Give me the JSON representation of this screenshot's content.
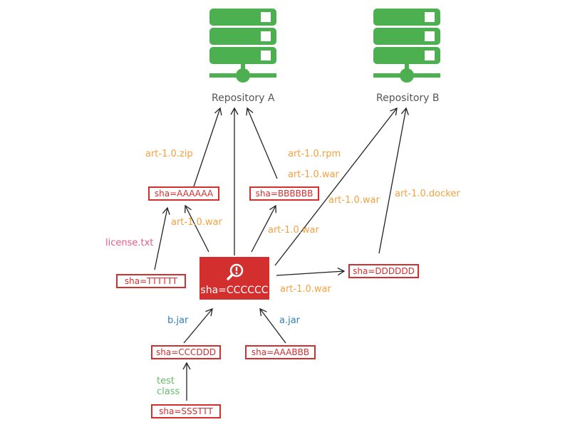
{
  "repositories": {
    "a": {
      "label": "Repository A"
    },
    "b": {
      "label": "Repository B"
    }
  },
  "nodes": {
    "aaaaaa": "sha=AAAAAA",
    "bbbbbb": "sha=BBBBBB",
    "tttttt": "sha=TTTTTT",
    "cccccc": "sha=CCCCCC",
    "dddddd": "sha=DDDDDD",
    "cccddd": "sha=CCCDDD",
    "aaabbb": "sha=AAABBB",
    "ssttt": "sha=SSSTTT"
  },
  "edge_labels": {
    "art_zip": "art-1.0.zip",
    "art_rpm": "art-1.0.rpm",
    "art_war_to_bbbbbb_top": "art-1.0.war",
    "art_war_to_repo_b": "art-1.0.war",
    "art_docker": "art-1.0.docker",
    "art_war_to_aaaaaa": "art-1.0.war",
    "art_war_to_bbbbbb": "art-1.0.war",
    "license": "license.txt",
    "art_war_to_dddddd": "art-1.0.war",
    "b_jar": "b.jar",
    "a_jar": "a.jar",
    "test_line1": "test",
    "test_line2": "class"
  },
  "colors": {
    "server_green": "#4caf50",
    "node_red": "#d32f2f",
    "label_orange": "#f5a140",
    "label_pink": "#e45b8a",
    "label_blue": "#2f7fc1",
    "label_green": "#66bb6a"
  }
}
